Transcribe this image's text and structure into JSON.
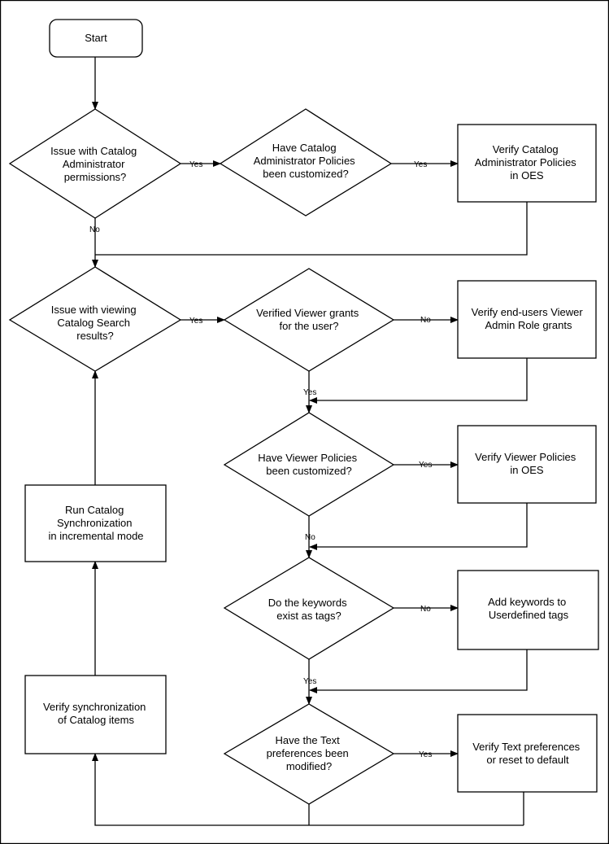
{
  "nodes": {
    "start": {
      "lines": [
        "Start"
      ]
    },
    "d_admin_perm": {
      "lines": [
        "Issue with Catalog",
        "Administrator",
        "permissions?"
      ]
    },
    "d_admin_custom": {
      "lines": [
        "Have Catalog",
        "Administrator Policies",
        "been customized?"
      ]
    },
    "p_verify_admin": {
      "lines": [
        "Verify Catalog",
        "Administrator Policies",
        "in OES"
      ]
    },
    "d_view_search": {
      "lines": [
        "Issue with viewing",
        "Catalog Search",
        "results?"
      ]
    },
    "d_viewer_grants": {
      "lines": [
        "Verified Viewer grants",
        "for the user?"
      ]
    },
    "p_verify_grants": {
      "lines": [
        "Verify end-users Viewer",
        "Admin Role grants"
      ]
    },
    "d_viewer_custom": {
      "lines": [
        "Have Viewer Policies",
        "been customized?"
      ]
    },
    "p_verify_viewer": {
      "lines": [
        "Verify Viewer Policies",
        "in OES"
      ]
    },
    "d_keywords": {
      "lines": [
        "Do the keywords",
        "exist as tags?"
      ]
    },
    "p_add_keywords": {
      "lines": [
        "Add keywords to",
        "Userdefined tags"
      ]
    },
    "d_text_prefs": {
      "lines": [
        "Have the Text",
        "preferences been",
        "modified?"
      ]
    },
    "p_verify_text": {
      "lines": [
        "Verify Text preferences",
        "or reset to default"
      ]
    },
    "p_verify_sync": {
      "lines": [
        "Verify synchronization",
        "of Catalog items"
      ]
    },
    "p_run_sync": {
      "lines": [
        "Run Catalog",
        "Synchronization",
        "in incremental mode"
      ]
    }
  },
  "edge_labels": {
    "admin_perm_yes": "Yes",
    "admin_perm_no": "No",
    "admin_custom_yes": "Yes",
    "view_search_yes": "Yes",
    "viewer_grants_no": "No",
    "viewer_grants_yes": "Yes",
    "viewer_custom_yes": "Yes",
    "viewer_custom_no": "No",
    "keywords_no": "No",
    "keywords_yes": "Yes",
    "text_prefs_yes": "Yes"
  }
}
